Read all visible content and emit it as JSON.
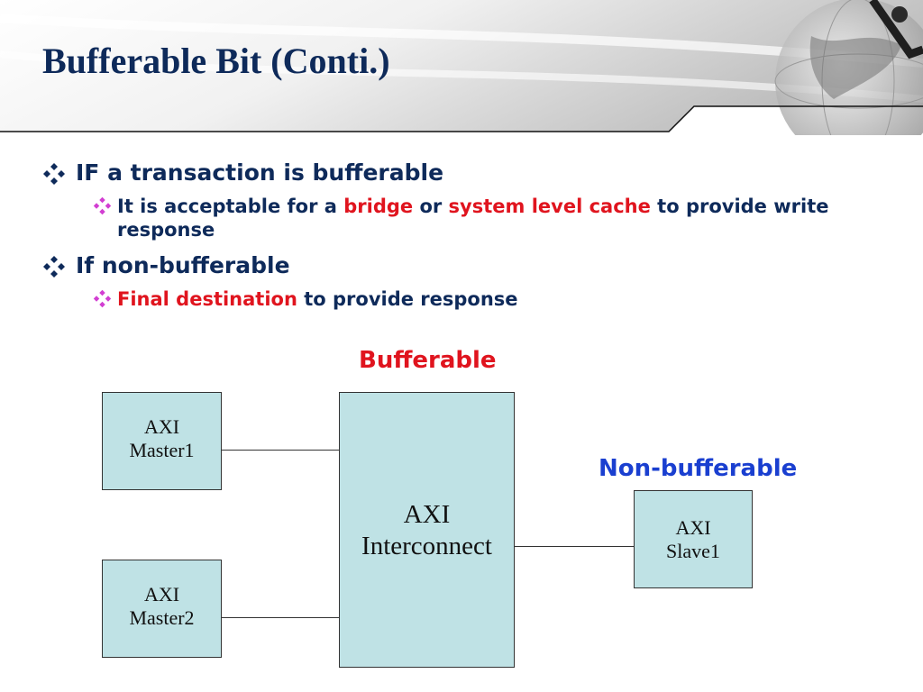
{
  "slide": {
    "title": "Bufferable Bit (Conti.)",
    "colors": {
      "title": "#0e2a5a",
      "highlight": "#e0141e",
      "label_blue": "#1a3fd0",
      "box_fill": "#bfe2e5"
    },
    "bullets": [
      {
        "text": "IF a transaction is bufferable",
        "sub": [
          {
            "parts": [
              "It is acceptable for a ",
              "bridge",
              " or ",
              "system level cache",
              " to provide write"
            ],
            "cont": "response"
          }
        ]
      },
      {
        "text": "If non-bufferable",
        "sub": [
          {
            "parts": [
              "Final destination",
              " to provide response"
            ]
          }
        ]
      }
    ]
  },
  "diagram": {
    "label_bufferable": "Bufferable",
    "label_non_bufferable": "Non-bufferable",
    "master1": [
      "AXI",
      "Master1"
    ],
    "master2": [
      "AXI",
      "Master2"
    ],
    "interconnect": [
      "AXI",
      "Interconnect"
    ],
    "slave1": [
      "AXI",
      "Slave1"
    ]
  }
}
